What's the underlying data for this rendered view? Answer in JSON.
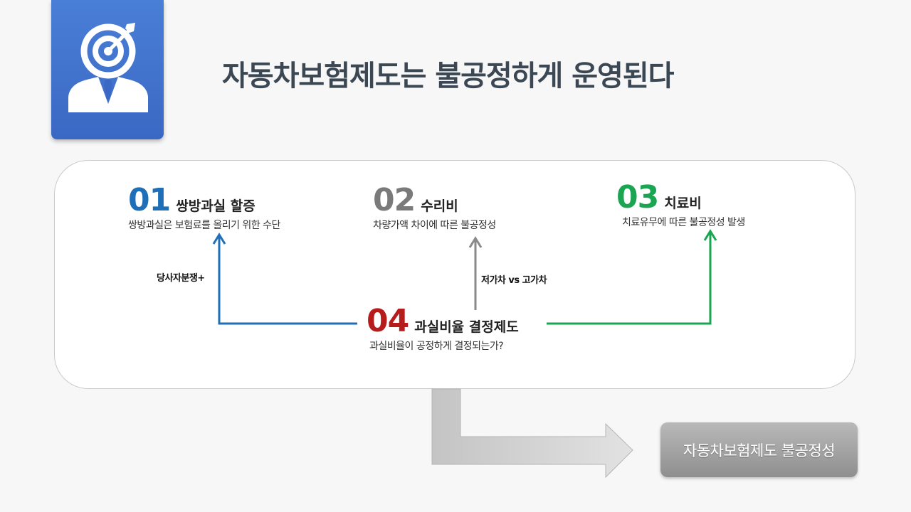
{
  "title": "자동차보험제도는 불공정하게 운영된다",
  "items": [
    {
      "num": "01",
      "heading": "쌍방과실 할증",
      "desc": "쌍방과실은 보험료를 올리기 위한 수단"
    },
    {
      "num": "02",
      "heading": "수리비",
      "desc": "차량가액 차이에 따른 불공정성"
    },
    {
      "num": "03",
      "heading": "치료비",
      "desc": "치료유무에 따른 불공정성 발생"
    },
    {
      "num": "04",
      "heading": "과실비율 결정제도",
      "desc": "과실비율이 공정하게 결정되는가?"
    }
  ],
  "labels": {
    "left": "당사자분쟁+",
    "center": "저가차 vs 고가차"
  },
  "result": "자동차보험제도 불공정성",
  "colors": {
    "tab_blue": "#3a68c4",
    "num01": "#1f6fb8",
    "num02": "#7a7a7a",
    "num03": "#1aa552",
    "num04": "#b71c1c",
    "title": "#3c4754"
  },
  "icons": {
    "logo": "target-businessman-icon"
  }
}
